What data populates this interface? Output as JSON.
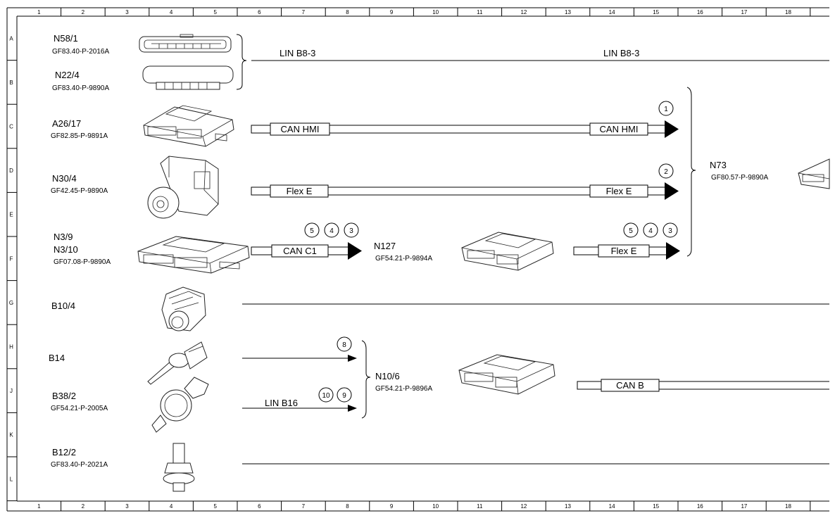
{
  "columns": [
    "1",
    "2",
    "3",
    "4",
    "5",
    "6",
    "7",
    "8",
    "9",
    "10",
    "11",
    "12",
    "13",
    "14",
    "15",
    "16",
    "17",
    "18"
  ],
  "rows": [
    "A",
    "B",
    "C",
    "D",
    "E",
    "F",
    "G",
    "H",
    "J",
    "K",
    "L"
  ],
  "components": {
    "n58_1": {
      "name": "N58/1",
      "ref": "GF83.40-P-2016A"
    },
    "n22_4": {
      "name": "N22/4",
      "ref": "GF83.40-P-9890A"
    },
    "a26_17": {
      "name": "A26/17",
      "ref": "GF82.85-P-9891A"
    },
    "n30_4": {
      "name": "N30/4",
      "ref": "GF42.45-P-9890A"
    },
    "n3_9": {
      "name": "N3/9",
      "name2": "N3/10",
      "ref": "GF07.08-P-9890A"
    },
    "b10_4": {
      "name": "B10/4"
    },
    "b14": {
      "name": "B14"
    },
    "b38_2": {
      "name": "B38/2",
      "ref": "GF54.21-P-2005A"
    },
    "b12_2": {
      "name": "B12/2",
      "ref": "GF83.40-P-2021A"
    },
    "n127": {
      "name": "N127",
      "ref": "GF54.21-P-9894A"
    },
    "n10_6": {
      "name": "N10/6",
      "ref": "GF54.21-P-9896A"
    },
    "n73": {
      "name": "N73",
      "ref": "GF80.57-P-9890A"
    }
  },
  "buses": {
    "lin_b8_3": {
      "left": "LIN B8-3",
      "right": "LIN B8-3"
    },
    "can_hmi": {
      "left": "CAN HMI",
      "right": "CAN HMI",
      "badge": "1"
    },
    "flex_e_d": {
      "left": "Flex E",
      "right": "Flex E",
      "badge": "2"
    },
    "can_c1": {
      "label": "CAN C1",
      "badges": [
        "5",
        "4",
        "3"
      ]
    },
    "flex_e_f": {
      "label": "Flex E",
      "badges": [
        "5",
        "4",
        "3"
      ]
    },
    "b14_line": {
      "badge": "8"
    },
    "lin_b16": {
      "label": "LIN B16",
      "badges": [
        "10",
        "9"
      ]
    },
    "can_b": {
      "label": "CAN B"
    }
  }
}
